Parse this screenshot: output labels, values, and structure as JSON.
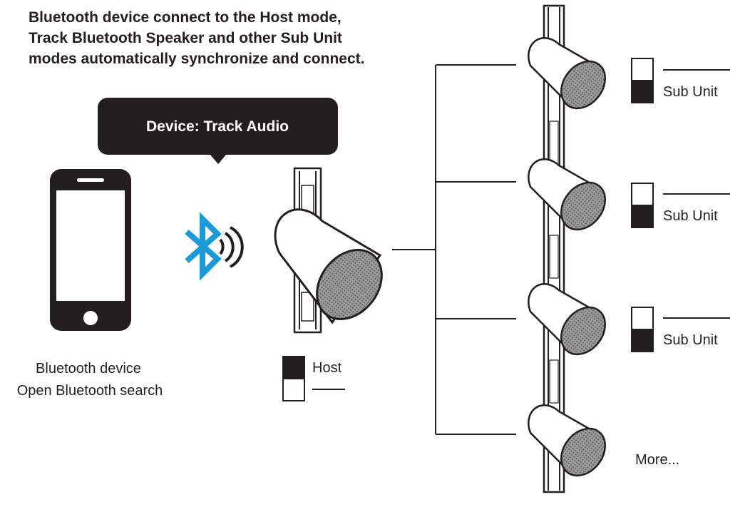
{
  "header": {
    "lines": [
      "Bluetooth device connect to the Host mode,",
      "Track Bluetooth Speaker and other Sub Unit",
      "modes automatically synchronize and connect."
    ]
  },
  "callout": {
    "label": "Device: Track Audio"
  },
  "phone": {
    "caption_lines": [
      "Bluetooth device",
      "Open Bluetooth search"
    ]
  },
  "host": {
    "switch_label": "Host"
  },
  "sub_units": [
    {
      "label": "Sub Unit"
    },
    {
      "label": "Sub Unit"
    },
    {
      "label": "Sub Unit"
    }
  ],
  "more": {
    "label": "More..."
  },
  "colors": {
    "bluetooth": "#1a9ad6",
    "callout": "#231f20",
    "ink": "#231f20"
  },
  "icons": {
    "phone": "smartphone-icon",
    "bluetooth": "bluetooth-icon",
    "signal": "signal-waves-icon",
    "speaker": "track-speaker-icon",
    "switch": "dip-switch-icon"
  }
}
